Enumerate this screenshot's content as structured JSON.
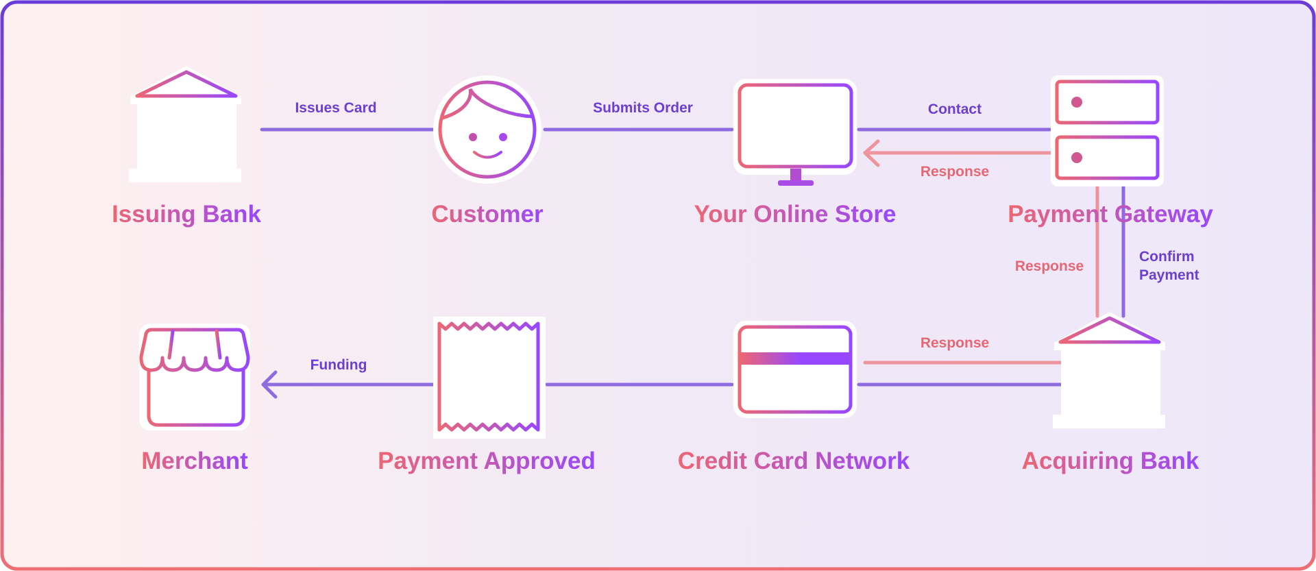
{
  "colors": {
    "pink": "#EC6674",
    "purple": "#9747FF",
    "line_purple": "#8F6BE0",
    "line_pink": "#EE949C",
    "edge_text_purple": "#6B3FD1",
    "edge_text_pink": "#E66774",
    "border_top": "#6B3CD9",
    "border_bottom": "#EF6E74"
  },
  "nodes": {
    "issuing_bank": {
      "label": "Issuing Bank",
      "icon": "bank-icon"
    },
    "customer": {
      "label": "Customer",
      "icon": "face-icon"
    },
    "online_store": {
      "label": "Your Online Store",
      "icon": "monitor-icon"
    },
    "payment_gateway": {
      "label": "Payment Gateway",
      "icon": "server-icon"
    },
    "merchant": {
      "label": "Merchant",
      "icon": "storefront-icon"
    },
    "payment_approved": {
      "label": "Payment Approved",
      "icon": "receipt-icon"
    },
    "card_network": {
      "label": "Credit Card Network",
      "icon": "credit-card-icon"
    },
    "acquiring_bank": {
      "label": "Acquiring Bank",
      "icon": "bank-icon"
    }
  },
  "edges": {
    "issues_card": "Issues Card",
    "submits_order": "Submits Order",
    "contact": "Contact",
    "response_store": "Response",
    "response_gateway": "Response",
    "confirm_payment_1": "Confirm",
    "confirm_payment_2": "Payment",
    "response_acquirer": "Response",
    "funding": "Funding"
  }
}
